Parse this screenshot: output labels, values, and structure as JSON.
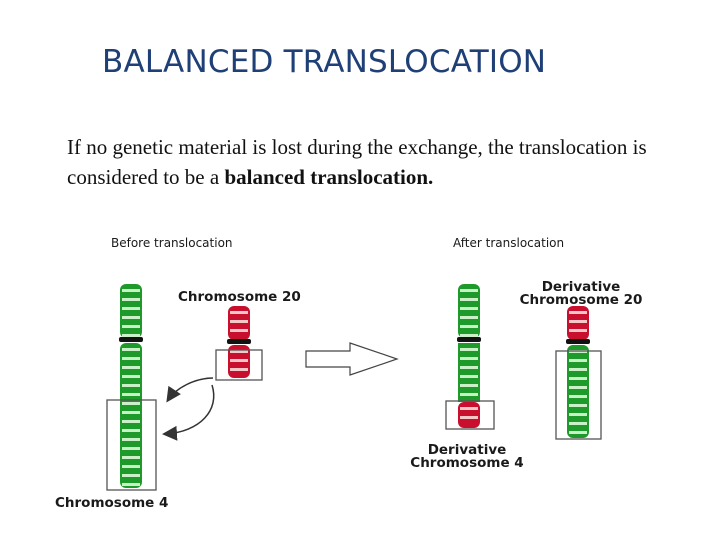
{
  "slide": {
    "title": "BALANCED TRANSLOCATION",
    "body": {
      "text_before": "If no genetic material is lost during the exchange, the translocation is considered to be a ",
      "text_bold": "balanced translocation."
    }
  },
  "diagram": {
    "before_label": "Before translocation",
    "after_label": "After translocation",
    "chromosome20_label": "Chromosome 20",
    "chromosome4_label": "Chromosome 4",
    "derivative20_line1": "Derivative",
    "derivative20_line2": "Chromosome 20",
    "derivative4_line1": "Derivative",
    "derivative4_line2": "Chromosome 4",
    "colors": {
      "green": "#1e9a2a",
      "light_green": "#c9f0c6",
      "red": "#c8102e",
      "light_red": "#f7c6c6",
      "black": "#111111",
      "title": "#1f3f77"
    }
  }
}
